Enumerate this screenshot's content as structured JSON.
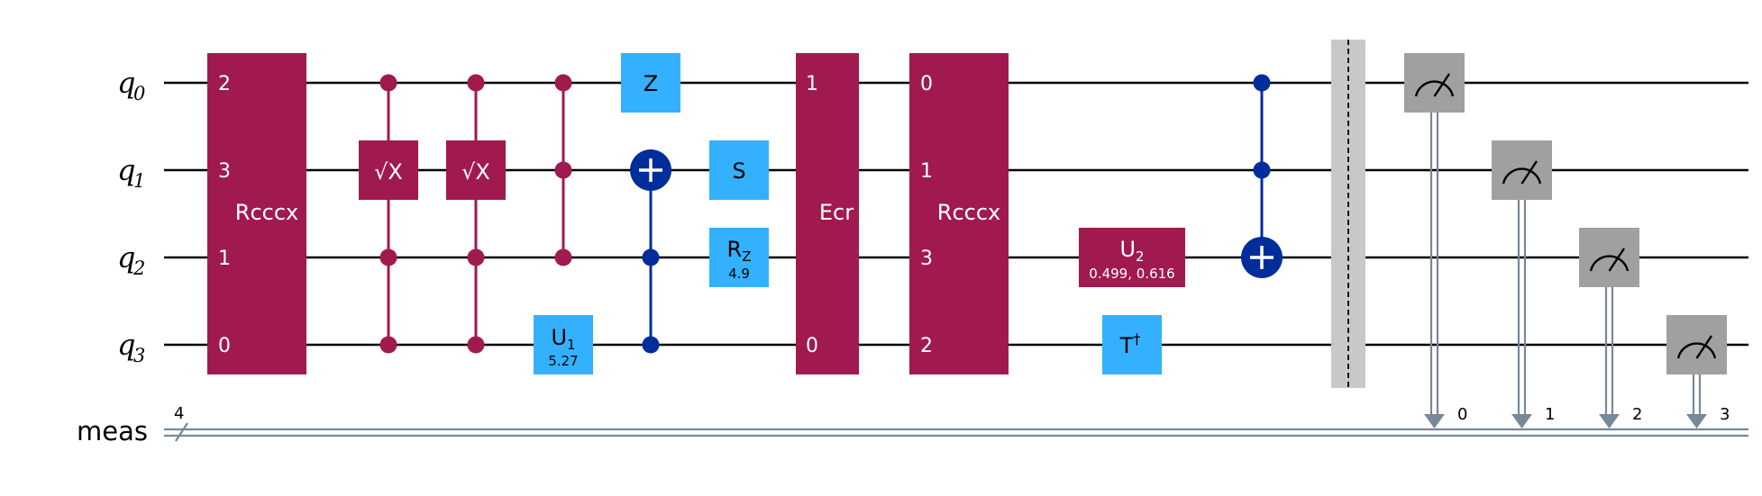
{
  "colors": {
    "multi_gate": "#a01a50",
    "single_gate": "#33b1ff",
    "cnot": "#002d9c",
    "measure": "#a0a0a0",
    "barrier": "#c8c8c8",
    "classical": "#778899"
  },
  "qubits": [
    {
      "name": "q",
      "index": "0"
    },
    {
      "name": "q",
      "index": "1"
    },
    {
      "name": "q",
      "index": "2"
    },
    {
      "name": "q",
      "index": "3"
    }
  ],
  "classical_register": {
    "label": "meas",
    "size": "4"
  },
  "gates": {
    "rcccx_1": {
      "label": "Rcccx",
      "pins": [
        "2",
        "3",
        "1",
        "0"
      ]
    },
    "sx_1": {
      "label": "√X"
    },
    "sx_2": {
      "label": "√X"
    },
    "z": {
      "label": "Z"
    },
    "s": {
      "label": "S"
    },
    "rz": {
      "label": "R",
      "sub": "Z",
      "param": "4.9"
    },
    "u1": {
      "label": "U",
      "sub": "1",
      "param": "5.27"
    },
    "ecr": {
      "label": "Ecr",
      "pins": [
        "1",
        "0"
      ]
    },
    "rcccx_2": {
      "label": "Rcccx",
      "pins": [
        "0",
        "1",
        "3",
        "2"
      ]
    },
    "u2": {
      "label": "U",
      "sub": "2",
      "param": "0.499, 0.616"
    },
    "tdg": {
      "label": "T",
      "sup": "†"
    }
  },
  "measure_bits": [
    "0",
    "1",
    "2",
    "3"
  ]
}
